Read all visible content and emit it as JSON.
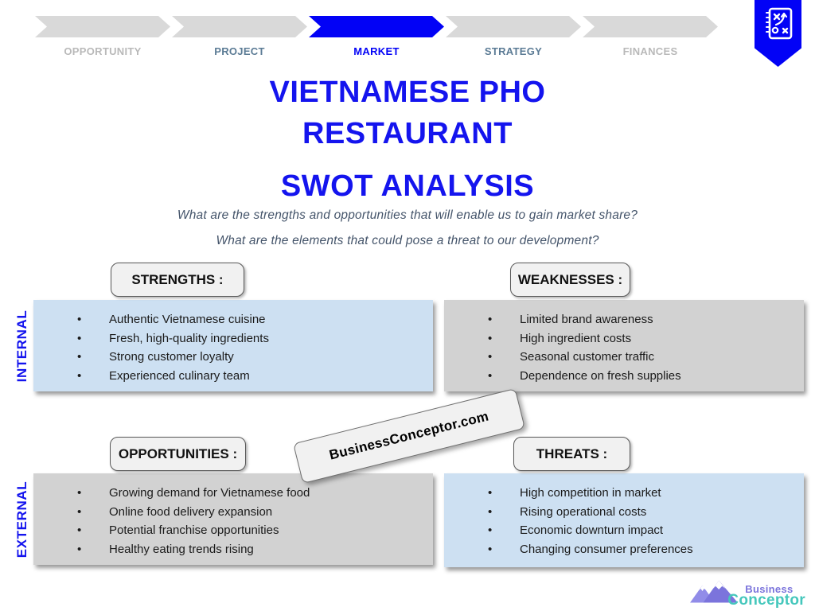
{
  "colors": {
    "accent_blue": "#0202F6",
    "title_blue": "#1414EE",
    "box_blue": "#CDE0F2",
    "box_gray": "#D2D2D2",
    "chip_bg": "#F1F1F1",
    "chip_border": "#595959",
    "step_muted": "#B9B9B9",
    "step_slate": "#5B7B95",
    "subtitle_slate": "#44546A",
    "bullet_text": "#1A1A1A",
    "logo_purple": "#7B74DC",
    "logo_teal": "#45C7BC"
  },
  "process_bar": {
    "steps": [
      {
        "label": "OPPORTUNITY",
        "state": "muted"
      },
      {
        "label": "PROJECT",
        "state": "slate"
      },
      {
        "label": "MARKET",
        "state": "active"
      },
      {
        "label": "STRATEGY",
        "state": "slate"
      },
      {
        "label": "FINANCES",
        "state": "muted"
      }
    ]
  },
  "badge": {
    "icon": "tactics-board-icon"
  },
  "title": {
    "line1": "VIETNAMESE PHO",
    "line2": "RESTAURANT",
    "line3": "SWOT ANALYSIS"
  },
  "intro": {
    "question1": "What are the strengths and opportunities that will enable us to gain market share?",
    "question2": "What are the elements that could pose a threat to our development?"
  },
  "swot": {
    "internal_label": "INTERNAL",
    "external_label": "EXTERNAL",
    "strengths": {
      "header": "STRENGTHS :",
      "items": [
        "Authentic Vietnamese cuisine",
        "Fresh, high-quality ingredients",
        "Strong customer loyalty",
        "Experienced culinary team"
      ]
    },
    "weaknesses": {
      "header": "WEAKNESSES :",
      "items": [
        "Limited brand awareness",
        "High ingredient costs",
        "Seasonal customer traffic",
        "Dependence on fresh supplies"
      ]
    },
    "opportunities": {
      "header": "OPPORTUNITIES :",
      "items": [
        "Growing demand for Vietnamese food",
        "Online food delivery expansion",
        "Potential franchise opportunities",
        "Healthy eating trends rising"
      ]
    },
    "threats": {
      "header": "THREATS :",
      "items": [
        "High competition in market",
        "Rising operational costs",
        "Economic downturn impact",
        "Changing consumer preferences"
      ]
    }
  },
  "watermark": {
    "text": "BusinessConceptor.com"
  },
  "logo": {
    "line1": "Business",
    "line2": "Conceptor"
  }
}
